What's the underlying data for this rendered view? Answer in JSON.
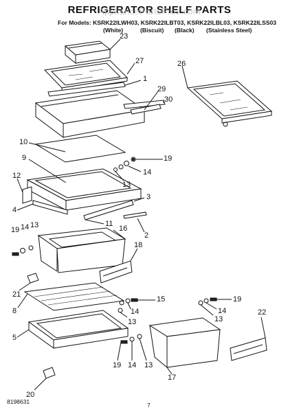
{
  "title": "REFRIGERATOR SHELF PARTS",
  "watermark": "AppliancePartsPros.com",
  "models_line": "For Models: KSRK22ILWH03, KSRK22ILBT03, KSRK22ILBL03, KSRK22ILSS03",
  "color_labels": [
    "(White)",
    "(Biscuit)",
    "(Black)",
    "(Stainless Steel)"
  ],
  "callouts": [
    "23",
    "27",
    "1",
    "29",
    "30",
    "26",
    "10",
    "9",
    "19",
    "14",
    "13",
    "12",
    "3",
    "4",
    "11",
    "16",
    "2",
    "19",
    "14",
    "13",
    "18",
    "21",
    "8",
    "15",
    "14",
    "13",
    "19",
    "14",
    "13",
    "22",
    "5",
    "19",
    "14",
    "13",
    "17",
    "20"
  ],
  "footer": {
    "code": "8198631",
    "page": "7"
  }
}
